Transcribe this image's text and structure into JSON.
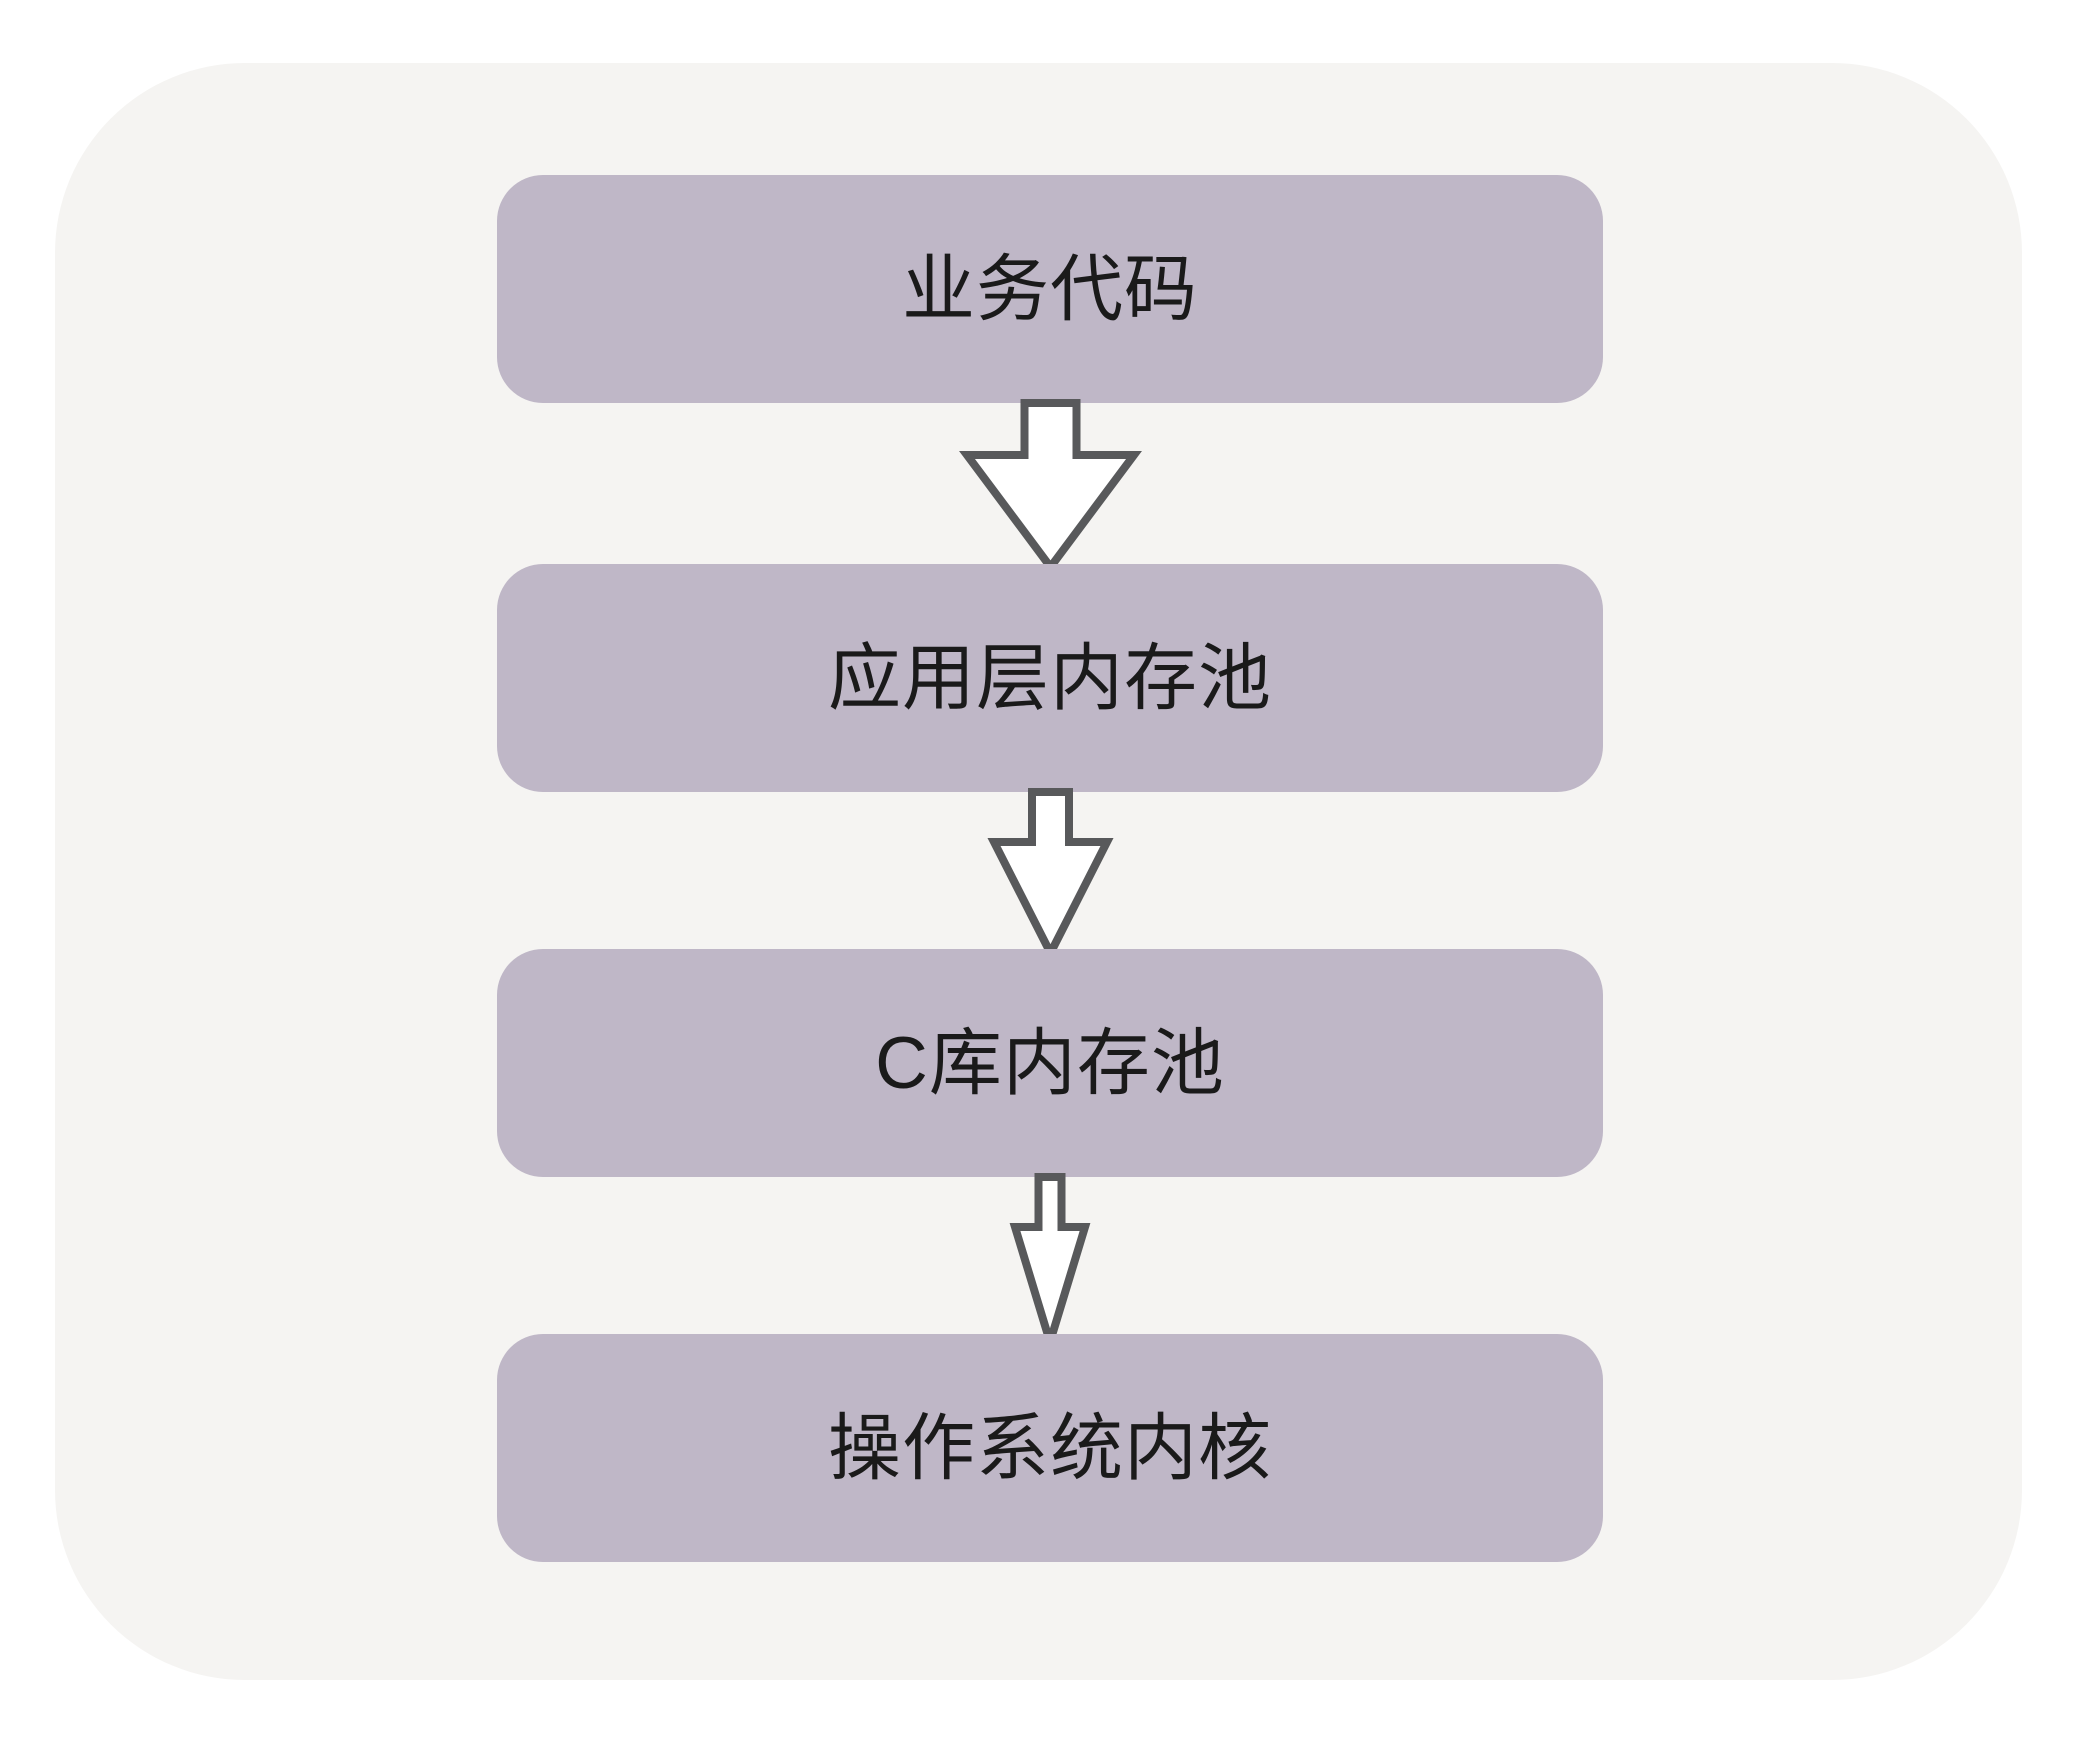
{
  "diagram": {
    "flow_direction": "top-to-bottom",
    "connector": "down-arrow",
    "nodes": [
      {
        "id": "business-code",
        "label": "业务代码"
      },
      {
        "id": "app-layer-memory-pool",
        "label": "应用层内存池"
      },
      {
        "id": "c-lib-memory-pool",
        "label": "C库内存池"
      },
      {
        "id": "os-kernel",
        "label": "操作系统内核"
      }
    ]
  },
  "colors": {
    "page_bg": "#ffffff",
    "panel_bg": "#f5f4f2",
    "node_bg": "#bfb7c7",
    "node_text": "#1a1a1a",
    "arrow_stroke": "#58595b",
    "arrow_fill": "#ffffff"
  }
}
